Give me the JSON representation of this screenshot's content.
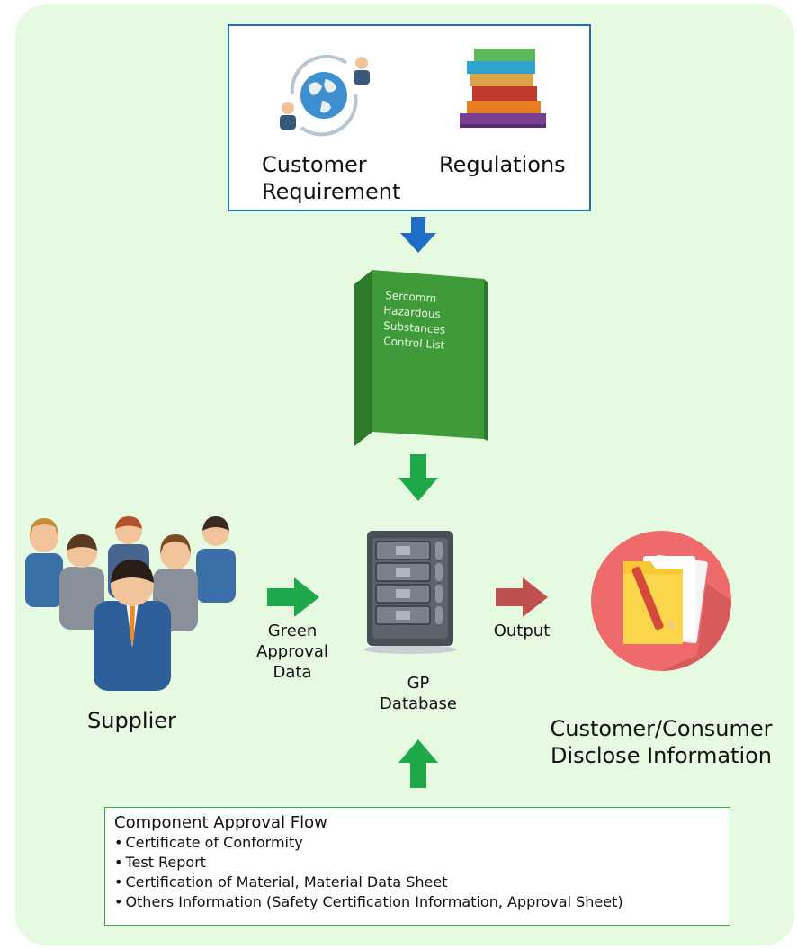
{
  "sources": {
    "customer_requirement": [
      "Customer",
      "Requirement"
    ],
    "regulations": "Regulations"
  },
  "control_list_book": [
    "Sercomm",
    "Hazardous",
    "Substances",
    "Control List"
  ],
  "supplier": "Supplier",
  "green_approval_data": [
    "Green",
    "Approval",
    "Data"
  ],
  "gp_database": [
    "GP",
    "Database"
  ],
  "output": "Output",
  "customer_consumer": [
    "Customer/Consumer",
    "Disclose Information"
  ],
  "component_approval_flow": {
    "title": "Component Approval Flow",
    "items": [
      "Certificate of Conformity",
      "Test Report",
      "Certification of Material, Material Data Sheet",
      "Others Information (Safety Certification Information, Approval Sheet)"
    ]
  },
  "colors": {
    "panel_bg": "#e6fae2",
    "top_box_border": "#1f6fb7",
    "blue_arrow": "#1e6ec8",
    "green_arrow": "#1fa84a",
    "red_arrow": "#c0504d",
    "book_green": "#3f9a3a",
    "bottom_box_border": "#3aa548"
  },
  "icons": [
    "globe-people-icon",
    "books-stack-icon",
    "green-book-icon",
    "supplier-people-icon",
    "server-icon",
    "document-folder-icon"
  ]
}
